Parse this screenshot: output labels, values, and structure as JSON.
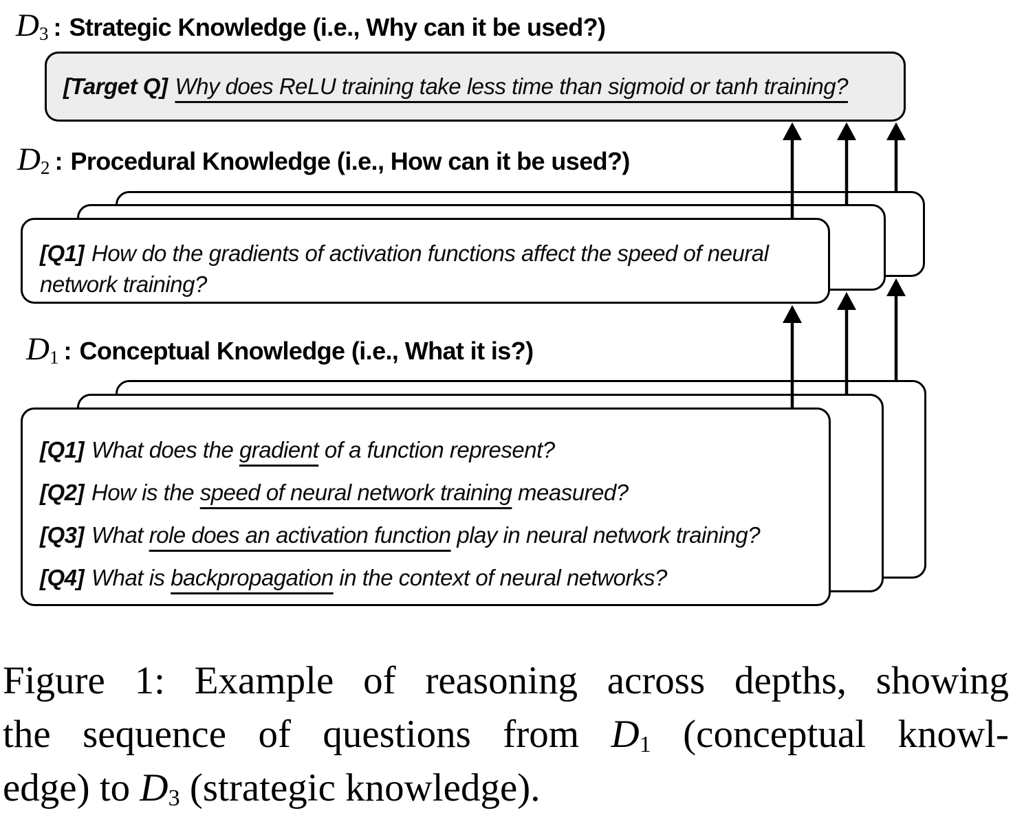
{
  "colors": {
    "background": "#ffffff",
    "ink": "#000000",
    "target_card_fill": "#ededed"
  },
  "levels": [
    {
      "letter": "D",
      "subscript": "3",
      "separator": ":",
      "title": "Strategic Knowledge (i.e., Why can it be used?)",
      "target": {
        "prefix": "[Target Q]",
        "question": "Why does ReLU training take less time than sigmoid or tanh training?"
      }
    },
    {
      "letter": "D",
      "subscript": "2",
      "separator": ":",
      "title": "Procedural Knowledge (i.e., How can it be used?)",
      "question": {
        "prefix": "[Q1]",
        "line1": "How do the gradients of activation functions affect the speed of neural",
        "line2": "network training?"
      }
    },
    {
      "letter": "D",
      "subscript": "1",
      "separator": ":",
      "title": "Conceptual Knowledge (i.e., What it is?)",
      "questions": [
        {
          "prefix": "[Q1]",
          "pre": "What does the ",
          "underlined": "gradient",
          "post": " of a function represent?"
        },
        {
          "prefix": "[Q2]",
          "pre": "How is the ",
          "underlined": "speed of neural network training",
          "post": " measured?"
        },
        {
          "prefix": "[Q3]",
          "pre": "What ",
          "underlined": "role does an activation function",
          "post": " play in neural network training?"
        },
        {
          "prefix": "[Q4]",
          "pre": "What is ",
          "underlined": "backpropagation",
          "post": " in the context of neural networks?"
        }
      ]
    }
  ],
  "caption": {
    "line1": "Figure 1: Example of reasoning across depths, showing",
    "line2_pre": "the sequence of questions from ",
    "line2_letter": "D",
    "line2_sub": "1",
    "line2_post": " (conceptual knowl-",
    "line3_pre": "edge) to ",
    "line3_letter": "D",
    "line3_sub": "3",
    "line3_post": " (strategic knowledge)."
  }
}
